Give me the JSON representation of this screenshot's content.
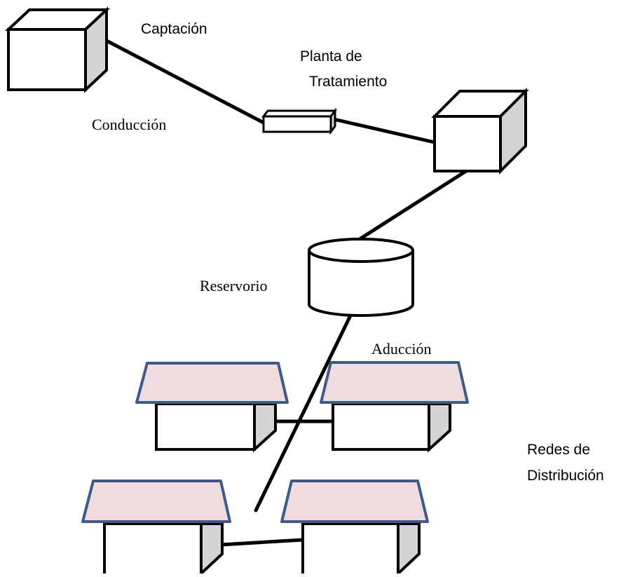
{
  "labels": {
    "captacion": "Captación",
    "planta_line1": "Planta de",
    "planta_line2": "Tratamiento",
    "conduccion": "Conducción",
    "reservorio": "Reservorio",
    "aduccion": "Aducción",
    "redes_line1": "Redes de",
    "redes_line2": "Distribución"
  },
  "colors": {
    "stroke": "#000000",
    "box_face": "#ffffff",
    "box_side": "#d4d4d4",
    "roof_fill": "#f0dcdc",
    "roof_stroke": "#3c5a8c"
  }
}
